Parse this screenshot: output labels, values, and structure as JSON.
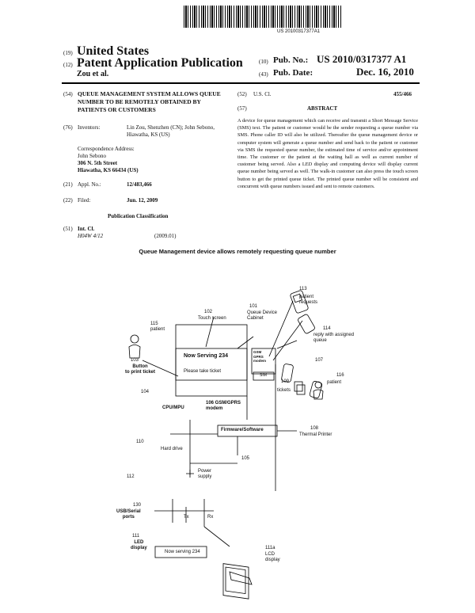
{
  "header": {
    "pub_number_barcode": "US 20100317377A1",
    "country_code": "(19)",
    "country": "United States",
    "type_code": "(12)",
    "doc_type": "Patent Application Publication",
    "inventor_short": "Zou et al.",
    "pub_no_code": "(10)",
    "pub_no_label": "Pub. No.:",
    "pub_no": "US 2010/0317377 A1",
    "pub_date_code": "(43)",
    "pub_date_label": "Pub. Date:",
    "pub_date": "Dec. 16, 2010"
  },
  "left": {
    "title_code": "(54)",
    "title": "QUEUE MANAGEMENT SYSTEM ALLOWS QUEUE NUMBER TO BE REMOTELY OBTAINED BY PATIENTS OR CUSTOMERS",
    "inventors_code": "(76)",
    "inventors_label": "Inventors:",
    "inventors": "Lin Zou, Shenzhen (CN); John Sebono, Hiawatha, KS (US)",
    "corr_label": "Correspondence Address:",
    "corr_name": "John Sebono",
    "corr_street": "306 N. 5th Street",
    "corr_city": "Hiawatha, KS 66434 (US)",
    "appl_code": "(21)",
    "appl_label": "Appl. No.:",
    "appl_no": "12/483,466",
    "filed_code": "(22)",
    "filed_label": "Filed:",
    "filed_date": "Jun. 12, 2009",
    "pub_class_heading": "Publication Classification",
    "intcl_code": "(51)",
    "intcl_label": "Int. Cl.",
    "intcl_value": "H04W 4/12",
    "intcl_year": "(2009.01)"
  },
  "right": {
    "uscl_code": "(52)",
    "uscl_label": "U.S. Cl.",
    "uscl_value": "455/466",
    "abstract_code": "(57)",
    "abstract_heading": "ABSTRACT",
    "abstract_text": "A device for queue management which can receive and transmit a Short Message Service (SMS) text. The patient or customer would be the sender requesting a queue number via SMS. Phone caller ID will also be utilized. Thereafter the queue management device or computer system will generate a queue number and send back to the patient or customer via SMS the requested queue number, the estimated time of service and/or appointment time. The customer or the patient at the waiting hall as well as current number of customer being served. Also a LED display and computing device will display current queue number being served as well. The walk-in customer can also press the touch screen button to get the printed queue ticket. The printed queue number will be consistent and concurrent with queue numbers issued and sent to remote customers."
  },
  "figure": {
    "caption": "Queue Management device allows remotely requesting queue number",
    "labels": {
      "l113": "113",
      "patient_requests": "patient\nrequests",
      "l102": "102",
      "touch_screen": "Touch screen",
      "l101": "101",
      "queue_device": "Queue Device\nCabinet",
      "l115": "115",
      "patient_a": "patient",
      "l114": "114",
      "reply": "reply with assigned\nqueue",
      "l103": "103",
      "button": "Button\nto print ticket",
      "now_serving": "Now Serving 234",
      "please_take": "Please take ticket",
      "gsm_box": "GSM\nGPRS\nmodem",
      "sim": "SIM",
      "l107": "107",
      "l109": "109",
      "tickets": "tickets",
      "l116": "116",
      "patient_b": "patient",
      "l104": "104",
      "l106": "106 GSM/GPRS\nmodem",
      "cpu": "CPU/MPU",
      "firmware": "Firmware/Software",
      "l108": "108",
      "thermal": "Thermal Printer",
      "l110": "110",
      "hard_drive": "Hard drive",
      "l105": "105",
      "l112": "112",
      "power": "Power\nsupply",
      "l130": "130",
      "usb": "USB/Serial\nports",
      "tx": "Tx",
      "rx": "Rx",
      "l111": "111",
      "led_display": "LED\ndisplay",
      "now_serving_234": "Now serving 234",
      "l111a": "111a",
      "lcd_display": "LCD\ndisplay"
    }
  }
}
